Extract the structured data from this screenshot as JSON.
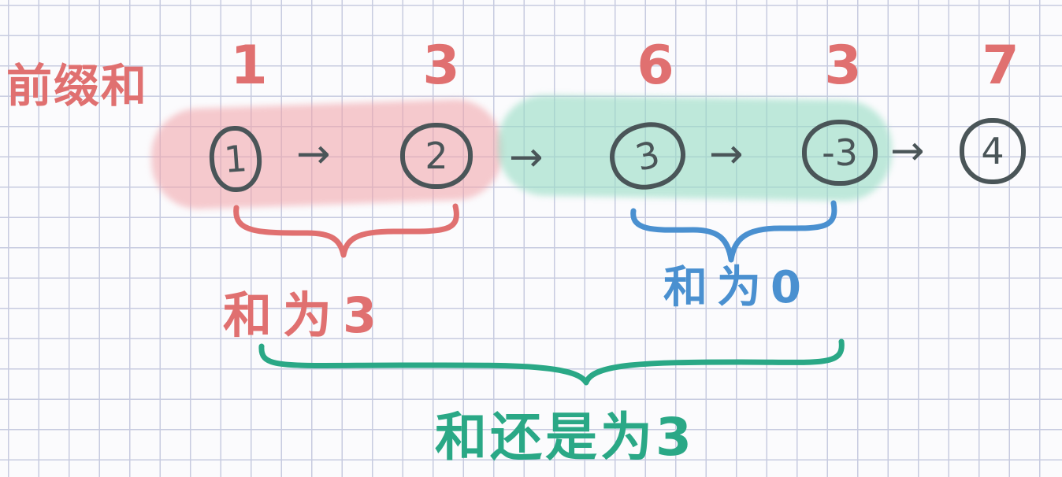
{
  "title": "前缀和",
  "prefix_sums": [
    "1",
    "3",
    "6",
    "3",
    "7"
  ],
  "nodes": [
    "1",
    "2",
    "3",
    "-3",
    "4"
  ],
  "arrow_glyph": "→",
  "labels": {
    "sum_red": "和为3",
    "sum_blue": "和为0",
    "sum_green": "和还是为3"
  },
  "colors": {
    "red": "#e07070",
    "blue": "#4a90d0",
    "green": "#2aa886",
    "pink_highlight": "#f0a0a5",
    "green_highlight": "#96dcc3",
    "ink": "#4a5558"
  }
}
